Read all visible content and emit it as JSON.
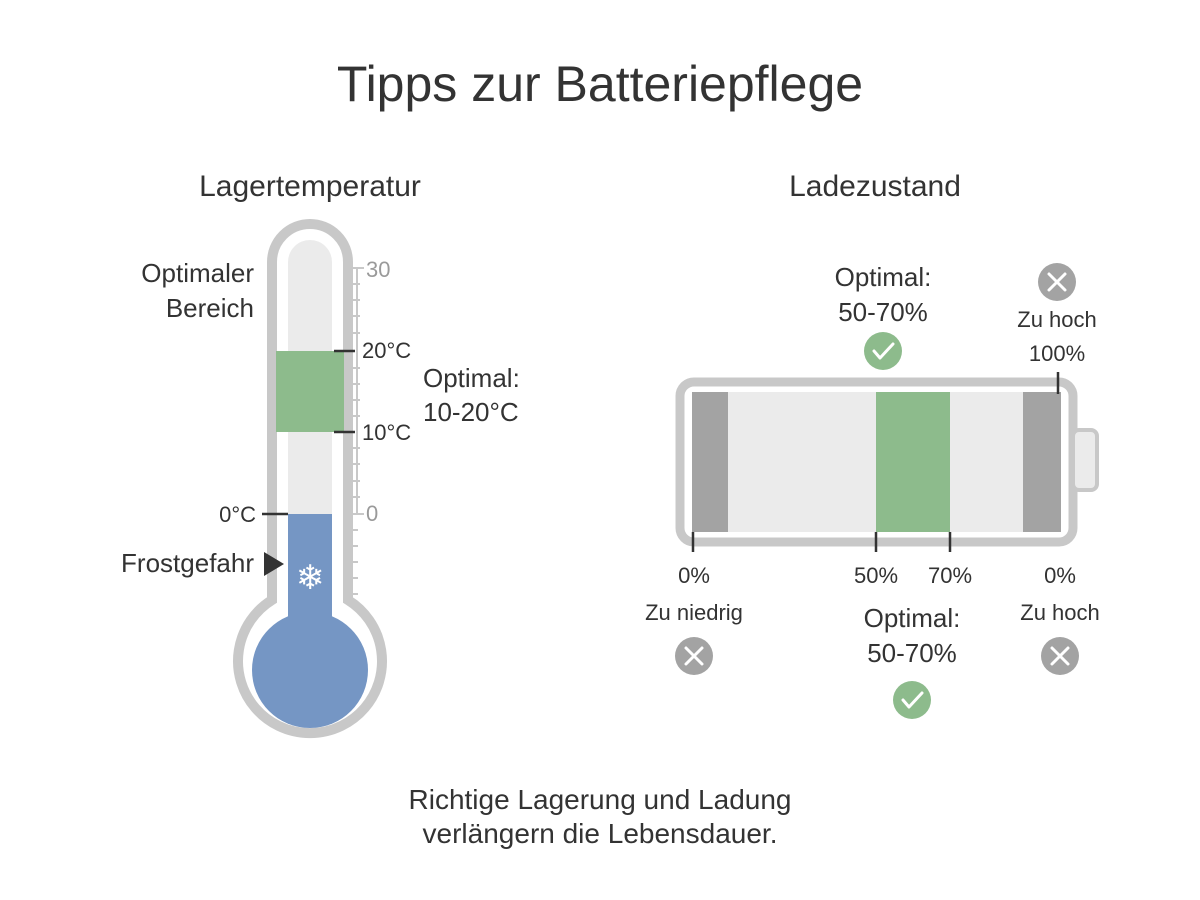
{
  "title": "Tipps zur Batteriepflege",
  "temperature": {
    "heading": "Lagertemperatur",
    "optimal_range_label_1": "Optimaler",
    "optimal_range_label_2": "Bereich",
    "tick_30": "30",
    "tick_20": "20°C",
    "tick_10": "10°C",
    "tick_0_left": "0°C",
    "tick_0_right": "0",
    "optimal_line_1": "Optimal:",
    "optimal_line_2": "10-20°C",
    "frost_label": "Frostgefahr",
    "snowflake_icon": "❄",
    "colors": {
      "optimal": "#8dbb8c",
      "frost": "#7596c4",
      "outline": "#c8c8c8",
      "empty": "#ebebeb"
    }
  },
  "charge": {
    "heading": "Ladezustand",
    "top_optimal_line_1": "Optimal:",
    "top_optimal_line_2": "50-70%",
    "top_high_label": "Zu hoch",
    "top_100_label": "100%",
    "label_0_left": "0%",
    "label_50": "50%",
    "label_70": "70%",
    "label_0_right": "0%",
    "low_label": "Zu niedrig",
    "bottom_optimal_line_1": "Optimal:",
    "bottom_optimal_line_2": "50-70%",
    "bottom_high_label": "Zu hoch",
    "check_icon": "✓",
    "cross_icon": "✕",
    "colors": {
      "optimal": "#8dbb8c",
      "edge": "#a3a3a3",
      "empty": "#ebebeb",
      "icon_bad": "#a3a3a3",
      "icon_good": "#8dbb8c"
    }
  },
  "footer": {
    "line_1": "Richtige Lagerung und Ladung",
    "line_2": "verlängern die Lebensdauer."
  }
}
